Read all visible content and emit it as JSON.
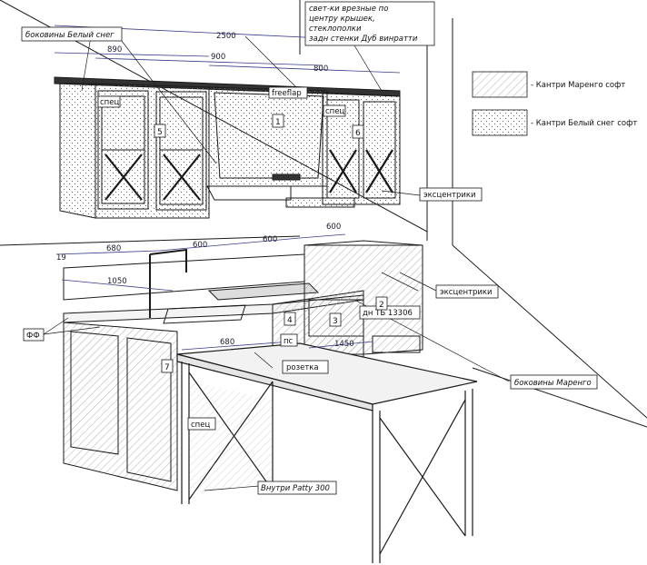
{
  "labels": {
    "bokoviny_white": "боковины Белый снег",
    "note_lines": [
      "свет-ки врезные по",
      "центру крышек,",
      "стеклополки",
      "задн стенки Дуб винратти"
    ],
    "freeflap": "freeflap",
    "spec_left": "спец",
    "spec_right": "спец",
    "spec_bottom": "спец",
    "eccentrics_top": "эксцентрики",
    "eccentrics_mid": "эксцентрики",
    "oven": "дн ТБ 13306",
    "ff": "ФФ",
    "ps": "пс",
    "socket": "розетка",
    "bokoviny_marengo": "боковины Маренго",
    "inside": "Внутри Patty 300"
  },
  "dimensions": {
    "d2500": "2500",
    "d890": "890",
    "d900": "900",
    "d800": "800",
    "d19": "19",
    "d680": "680",
    "d600a": "600",
    "d600b": "600",
    "d600c": "600",
    "d1050": "1050",
    "d680b": "680",
    "d1450": "1450"
  },
  "callouts": {
    "n1": "1",
    "n2": "2",
    "n3": "3",
    "n4": "4",
    "n5": "5",
    "n6": "6",
    "n7": "7"
  },
  "legend": [
    {
      "text": "- Кантри Маренго софт",
      "pattern": "diagonal-hatch"
    },
    {
      "text": "- Кантри Белый снег софт",
      "pattern": "dots"
    }
  ],
  "colors": {
    "line": "#1a1a1a",
    "dimension": "#3a3a8a",
    "hatch": "#8a8a8a"
  }
}
